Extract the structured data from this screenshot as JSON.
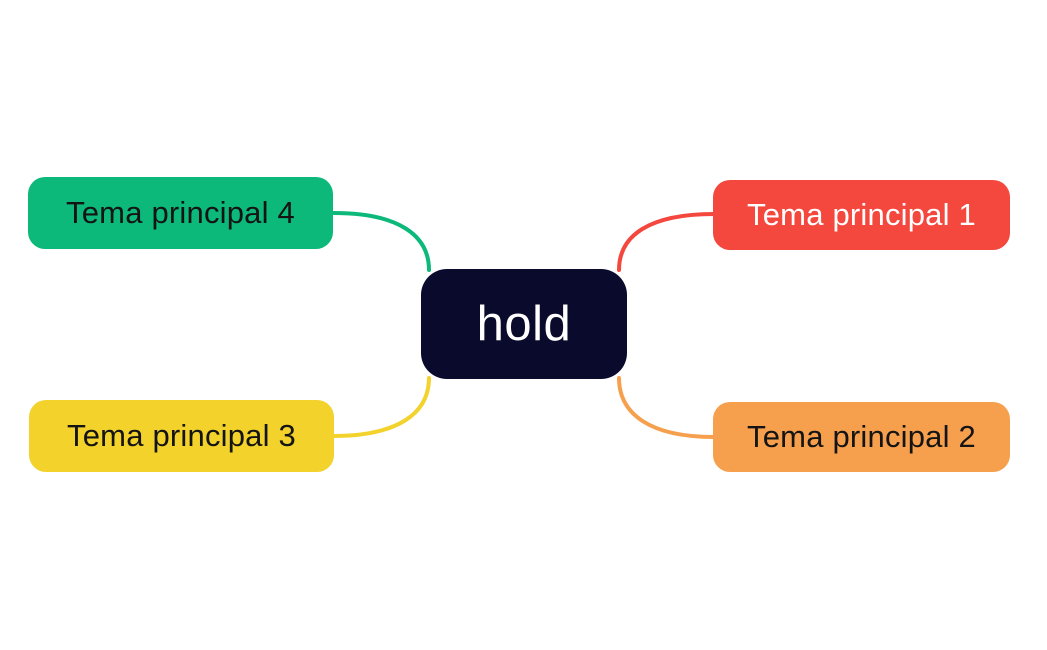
{
  "canvas": {
    "background": "#ffffff"
  },
  "central": {
    "label": "hold",
    "bg": "#0a0a2d",
    "text_color": "#ffffff"
  },
  "branches": [
    {
      "id": 1,
      "label": "Tema principal 1",
      "color": "#f4473d",
      "text_color": "#ffffff",
      "position": "top-right"
    },
    {
      "id": 2,
      "label": "Tema principal 2",
      "color": "#f6a04e",
      "text_color": "#141414",
      "position": "bottom-right"
    },
    {
      "id": 3,
      "label": "Tema principal 3",
      "color": "#f2d22b",
      "text_color": "#141414",
      "position": "bottom-left"
    },
    {
      "id": 4,
      "label": "Tema principal 4",
      "color": "#0db97a",
      "text_color": "#141414",
      "position": "top-left"
    }
  ]
}
